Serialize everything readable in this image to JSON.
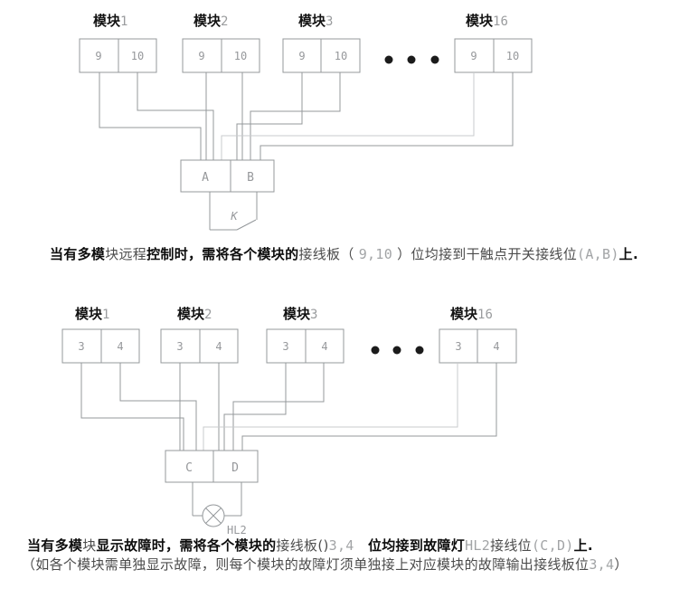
{
  "colors": {
    "wire_gray": "#94989b",
    "highlight_wire_gray": "#c9cbcd",
    "caption_dark": "#0d0d0d",
    "cad_text_gray": "#96989b",
    "dots_black": "#1b1b1b"
  },
  "top_diagram": {
    "modules": [
      {
        "label": "模块",
        "number": "1",
        "cell_left": "9",
        "cell_right": "10"
      },
      {
        "label": "模块",
        "number": "2",
        "cell_left": "9",
        "cell_right": "10"
      },
      {
        "label": "模块",
        "number": "3",
        "cell_left": "9",
        "cell_right": "10"
      },
      {
        "label": "模块",
        "number": "16",
        "cell_left": "9",
        "cell_right": "10"
      }
    ],
    "ellipsis_icon": "three-dots",
    "terminal_box": {
      "left_cell": "A",
      "right_cell": "B"
    },
    "switch_label": "K"
  },
  "bottom_diagram": {
    "modules": [
      {
        "label": "模块",
        "number": "1",
        "cell_left": "3",
        "cell_right": "4"
      },
      {
        "label": "模块",
        "number": "2",
        "cell_left": "3",
        "cell_right": "4"
      },
      {
        "label": "模块",
        "number": "3",
        "cell_left": "3",
        "cell_right": "4"
      },
      {
        "label": "模块",
        "number": "16",
        "cell_left": "3",
        "cell_right": "4"
      }
    ],
    "ellipsis_icon": "three-dots",
    "terminal_box": {
      "left_cell": "C",
      "right_cell": "D"
    },
    "lamp_label": "HL2"
  },
  "captions": {
    "line1": [
      {
        "style": "b",
        "text": "当有多模"
      },
      {
        "style": "n",
        "text": "块远程"
      },
      {
        "style": "b",
        "text": "控制时，需将各个模块的"
      },
      {
        "style": "n",
        "text": "接线板（ "
      },
      {
        "style": "g",
        "text": "9,10"
      },
      {
        "style": "n",
        "text": " ）位均接到干触点开关接线位"
      },
      {
        "style": "g",
        "text": "(A,B)"
      },
      {
        "style": "b",
        "text": "上."
      }
    ],
    "line2": [
      {
        "style": "b",
        "text": "当有多模"
      },
      {
        "style": "n",
        "text": "块"
      },
      {
        "style": "b",
        "text": "显示故障时，需将各个模块的"
      },
      {
        "style": "n",
        "text": "接线板()"
      },
      {
        "style": "g",
        "text": "3,4"
      },
      {
        "style": "n",
        "text": "　"
      },
      {
        "style": "b",
        "text": "位均接到故障灯"
      },
      {
        "style": "g",
        "text": "HL2"
      },
      {
        "style": "n",
        "text": "接线位"
      },
      {
        "style": "g",
        "text": "(C,D)"
      },
      {
        "style": "b",
        "text": "上."
      }
    ],
    "line3": [
      {
        "style": "n",
        "text": "（如各个模块需单独显示故障，则每个模块的故障灯须单独接上对应模块的故障输出接线板位"
      },
      {
        "style": "g",
        "text": "3,4"
      },
      {
        "style": "n",
        "text": "）"
      }
    ]
  }
}
